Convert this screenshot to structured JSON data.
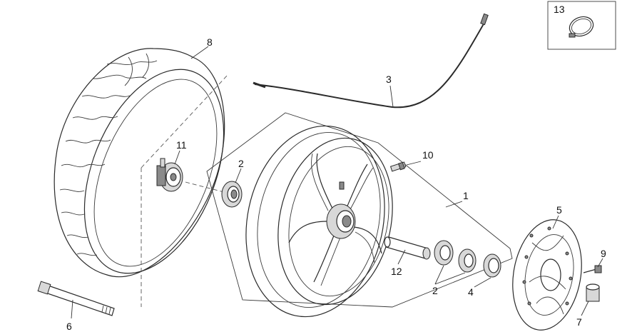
{
  "diagram": {
    "labels": {
      "p1": "1",
      "p2a": "2",
      "p2b": "2",
      "p3": "3",
      "p4": "4",
      "p5": "5",
      "p6": "6",
      "p7": "7",
      "p8": "8",
      "p9": "9",
      "p10": "10",
      "p11": "11",
      "p12": "12",
      "p13": "13"
    }
  }
}
